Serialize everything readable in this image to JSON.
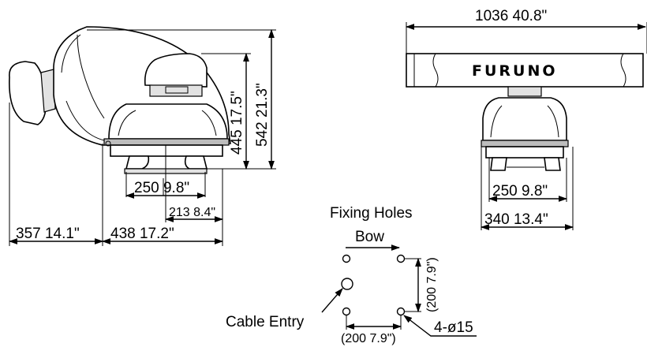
{
  "side_view": {
    "dims": {
      "depth_rear": "357  14.1\"",
      "depth_front": "438  17.2\"",
      "base_width": "250  9.8\"",
      "base_offset": "213  8.4\"",
      "height_dome": "445  17.5\"",
      "height_total": "542  21.3\""
    }
  },
  "front_view": {
    "brand": "FURUNO",
    "dims": {
      "antenna_length": "1036  40.8\"",
      "base_width": "250  9.8\"",
      "housing_width": "340  13.4\""
    }
  },
  "fixing_holes": {
    "title": "Fixing Holes",
    "bow_label": "Bow",
    "cable_entry_label": "Cable Entry",
    "hole_label": "4-ø15",
    "spacing_vertical": "(200  7.9\")",
    "spacing_horizontal": "(200  7.9\")"
  }
}
